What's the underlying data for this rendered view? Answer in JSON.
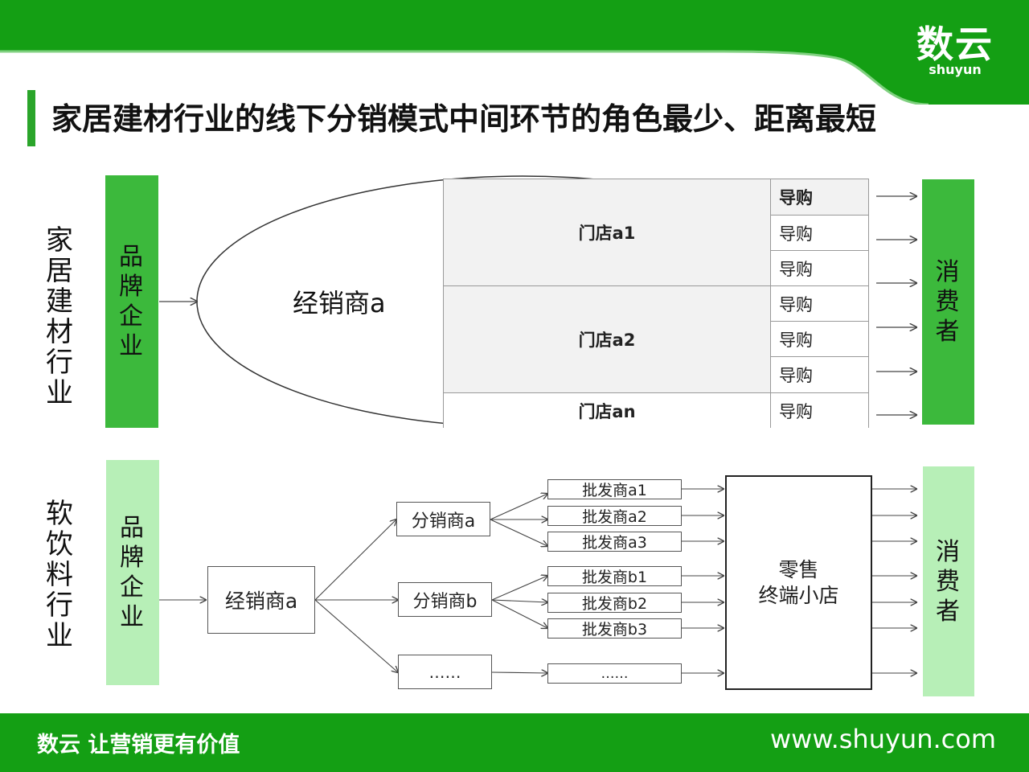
{
  "header": {
    "logo_text": "数云",
    "logo_sub": "shuyun",
    "title": "家居建材行业的线下分销模式中间环节的角色最少、距离最短"
  },
  "section_home": {
    "industry_label": "家居建材行业",
    "brand_label": "品牌企业",
    "distributor": "经销商a",
    "stores": [
      "门店a1",
      "门店a2",
      "门店an"
    ],
    "guide_label": "导购",
    "consumer_label": "消费者"
  },
  "section_drink": {
    "industry_label": "软饮料行业",
    "brand_label": "品牌企业",
    "distributor": "经销商a",
    "sub_distributors": [
      "分销商a",
      "分销商b",
      "……"
    ],
    "wholesalers": [
      "批发商a1",
      "批发商a2",
      "批发商a3",
      "批发商b1",
      "批发商b2",
      "批发商b3",
      "……"
    ],
    "retail_line1": "零售",
    "retail_line2": "终端小店",
    "consumer_label": "消费者"
  },
  "footer": {
    "slogan": "数云 让营销更有价值",
    "url": "www.shuyun.com"
  },
  "colors": {
    "brand_green": "#149f14",
    "box_green": "#3cb93c",
    "box_light_green": "#b7efb7"
  }
}
